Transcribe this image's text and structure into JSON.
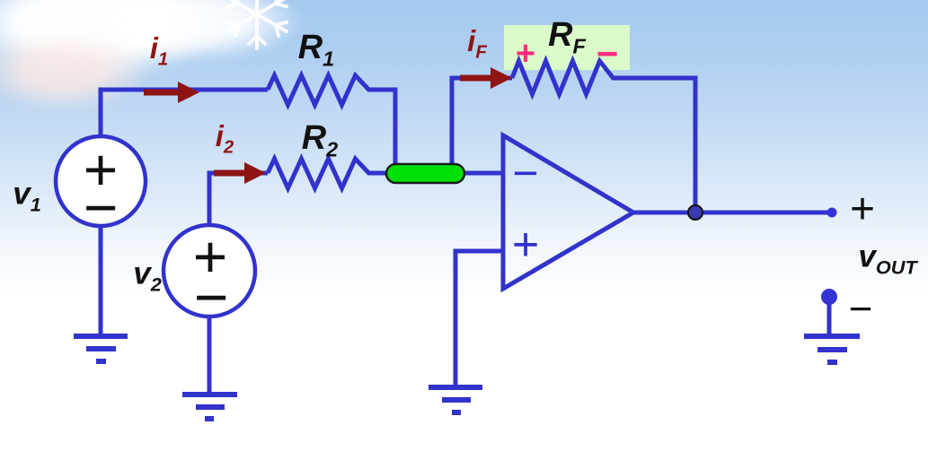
{
  "diagram": {
    "description": "Inverting summing amplifier op-amp circuit",
    "labels": {
      "i1": {
        "base": "i",
        "sub": "1"
      },
      "i2": {
        "base": "i",
        "sub": "2"
      },
      "iF": {
        "base": "i",
        "sub": "F"
      },
      "R1": {
        "base": "R",
        "sub": "1"
      },
      "R2": {
        "base": "R",
        "sub": "2"
      },
      "RF": {
        "base": "R",
        "sub": "F"
      },
      "v1": {
        "base": "v",
        "sub": "1"
      },
      "v2": {
        "base": "v",
        "sub": "2"
      },
      "vOUT": {
        "base": "v",
        "sub": "OUT"
      }
    },
    "signs": {
      "rf_plus": "+",
      "rf_minus": "−",
      "opamp_inverting": "−",
      "opamp_noninverting": "+",
      "v1_plus": "+",
      "v1_minus": "−",
      "v2_plus": "+",
      "v2_minus": "−",
      "output_plus": "+",
      "output_minus": "−"
    }
  },
  "colors": {
    "wire": "#3232cc",
    "arrow": "#8f1414",
    "component-label": "#111111",
    "polarity-pink": "#fb2e80",
    "node-green": "#00e008",
    "highlight-green": "#dbfcca",
    "junction-fill": "#3a3ab0",
    "terminal-dot": "#3434d6"
  }
}
